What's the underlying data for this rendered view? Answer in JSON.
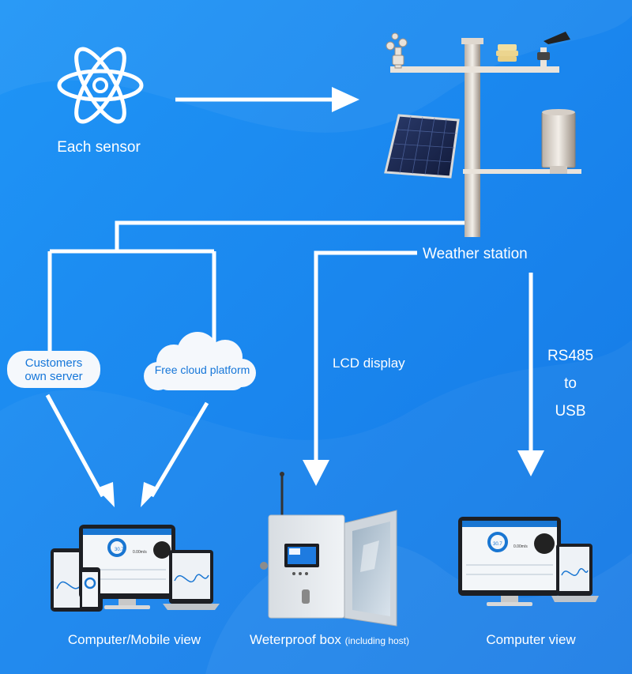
{
  "labels": {
    "each_sensor": "Each sensor",
    "weather_station": "Weather station",
    "customers_server_line1": "Customers",
    "customers_server_line2": "own server",
    "free_cloud": "Free cloud platform",
    "lcd_display": "LCD display",
    "rs485_line1": "RS485",
    "rs485_line2": "to",
    "rs485_line3": "USB",
    "computer_mobile_view": "Computer/Mobile view",
    "waterproof_box": "Weterproof box",
    "waterproof_box_note": "(including host)",
    "computer_view": "Computer view"
  },
  "dashboard": {
    "gauge_value": "30.7",
    "wind_value": "0.00m/s"
  },
  "colors": {
    "background": "#1a8cf0",
    "arrow": "#ffffff",
    "bubble_text": "#1576d9",
    "screen_accent": "#1976d2"
  }
}
